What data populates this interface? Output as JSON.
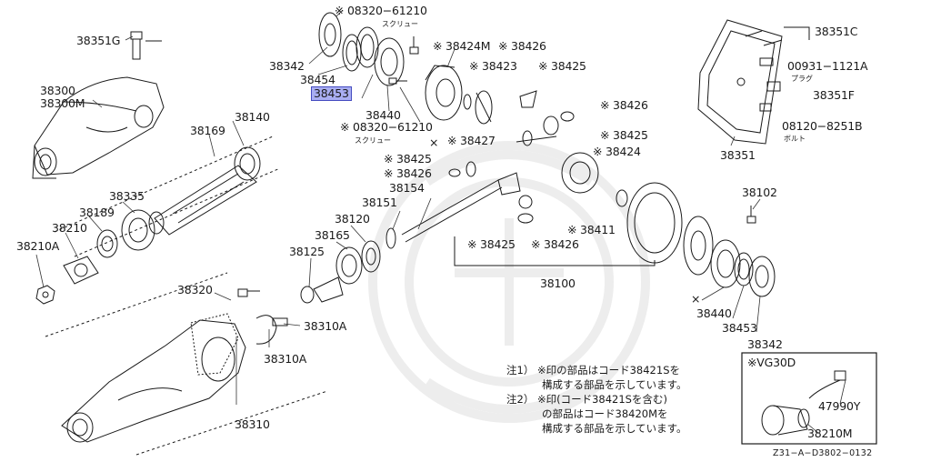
{
  "parts": {
    "p38351G": "38351G",
    "p38300": "38300",
    "p38300M": "38300M",
    "p38342_top": "38342",
    "p38454": "38454",
    "p38453_top": "38453",
    "p38440_top": "38440",
    "p08320_top": "08320−61210",
    "p08320_mid": "08320−61210",
    "p38424M": "38424M",
    "p38426_a": "38426",
    "p38423": "38423",
    "p38425_a": "38425",
    "p38426_b": "38426",
    "p38427": "38427",
    "p38425_b": "38425",
    "p38424": "38424",
    "p38425_c": "38425",
    "p38426_c": "38426",
    "p38140": "38140",
    "p38169": "38169",
    "p38335": "38335",
    "p38189": "38189",
    "p38210": "38210",
    "p38210A": "38210A",
    "p38151": "38151",
    "p38154": "38154",
    "p38120": "38120",
    "p38165": "38165",
    "p38125": "38125",
    "p38425_d": "38425",
    "p38426_d": "38426",
    "p38411": "38411",
    "p38100": "38100",
    "p38102": "38102",
    "p38440_bot": "38440",
    "p38453_bot": "38453",
    "p38342_bot": "38342",
    "p38351C": "38351C",
    "p00931": "00931−1121A",
    "p38351F": "38351F",
    "p08120": "08120−8251B",
    "p38351": "38351",
    "p38320": "38320",
    "p38310A_a": "38310A",
    "p38310A_b": "38310A",
    "p38310": "38310",
    "p47990Y": "47990Y",
    "p38210M": "38210M"
  },
  "small_labels": {
    "screw_top": "スクリュー",
    "screw_mid": "スクリュー",
    "plug": "プラグ",
    "bolt": "ボルト"
  },
  "marks": {
    "asterisk": "※",
    "x_mark": "×"
  },
  "inset": {
    "title": "※VG30D"
  },
  "notes": {
    "note1_line1": "注1） ※印の部品はコード38421Sを",
    "note1_line2": "構成する部品を示しています。",
    "note2_line1": "注2） ※印(コード38421Sを含む)",
    "note2_line2": "の部品はコード38420Mを",
    "note2_line3": "構成する部品を示しています。"
  },
  "figure_ref": "Z31−A−D3802−0132",
  "colors": {
    "highlight_fill": "#a9aef2",
    "highlight_border": "#454cc0",
    "line": "#1a1a1a",
    "watermark": "#ececec"
  }
}
